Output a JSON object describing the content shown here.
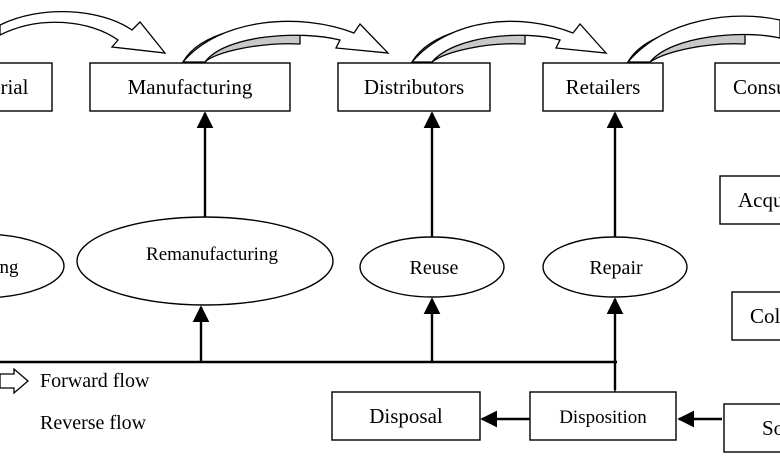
{
  "nodes": {
    "raw_material": "Raw Material",
    "manufacturing": "Manufacturing",
    "distributors": "Distributors",
    "retailers": "Retailers",
    "consumers": "Consumers",
    "recycling": "Recycling",
    "remanufacturing": "Remanufacturing",
    "reuse": "Reuse",
    "repair": "Repair",
    "acquisition": "Acquisition",
    "collection": "Collection",
    "disposal": "Disposal",
    "disposition": "Disposition",
    "sorting": "Sorting"
  },
  "legend": {
    "forward": "Forward flow",
    "reverse": "Reverse flow"
  },
  "colors": {
    "reverse_fill": "#c8c8c8",
    "stroke": "#000000"
  }
}
